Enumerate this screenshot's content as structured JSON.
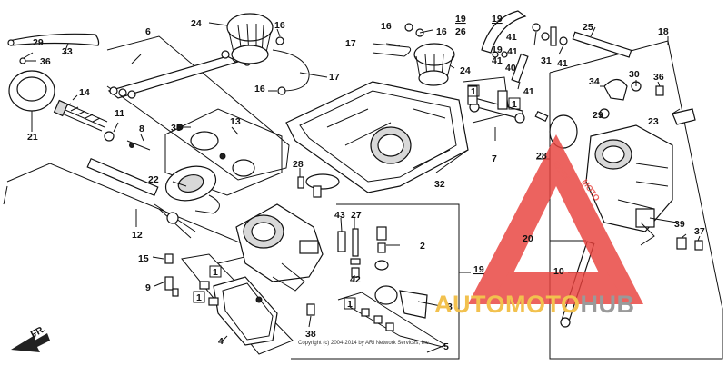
{
  "diagram": {
    "part_labels": [
      "1",
      "2",
      "3",
      "4",
      "5",
      "6",
      "7",
      "8",
      "9",
      "10",
      "11",
      "12",
      "13",
      "14",
      "15",
      "16",
      "17",
      "18",
      "19",
      "20",
      "21",
      "22",
      "23",
      "24",
      "25",
      "26",
      "27",
      "28",
      "29",
      "30",
      "31",
      "32",
      "33",
      "34",
      "35",
      "36",
      "37",
      "38",
      "39",
      "40",
      "41",
      "42",
      "43"
    ],
    "fr_label": "FR.",
    "copyright": "Copyright (c) 2004-2014 by ARI Network Services, Inc."
  },
  "watermark": {
    "brand_part1": "AUTOMOTO",
    "brand_part2": "HUB",
    "color_triangle": "#e8413c",
    "color_brand_part1": "#f2c14e",
    "color_brand_part2": "#9a9a9a"
  }
}
